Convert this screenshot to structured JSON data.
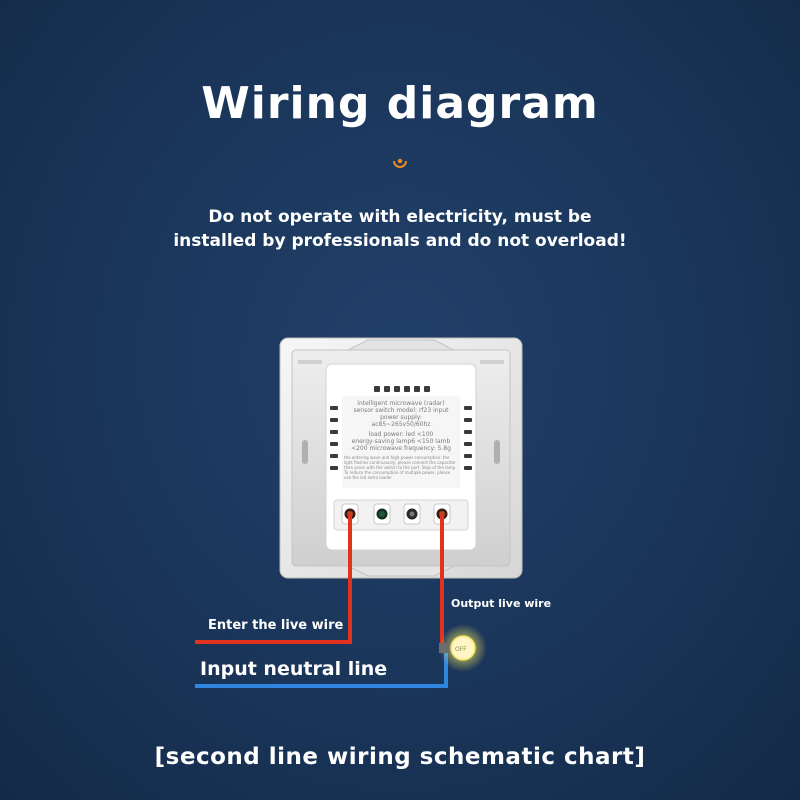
{
  "header": {
    "title": "Wiring diagram"
  },
  "warning": {
    "line1": "Do not operate with electricity, must be",
    "line2": "installed by professionals and do not overload!"
  },
  "module_label": {
    "line1": "intelligent microwave (radar)",
    "line2": "sensor switch model: rf23 input",
    "line3": "power supply:",
    "line4": "ac85~265v50/60hz",
    "line5": "load power: led <100",
    "line6": "energy-saving lamp6 <150 lamb",
    "line7": "<200 microwave frequency: 5.8g",
    "line8": "the ordering wave and high-power consumption: the light flashes continuously; please connect the capacitor then press with the switch to the port. Stop of the lamp. To reduce the consumption of multiple power, please use the led extra loader"
  },
  "wiring": {
    "live_in_label": "Enter the live wire",
    "live_out_label": "Output live wire",
    "neutral_label": "Input neutral line",
    "bulb_text": "OFF"
  },
  "footer": {
    "caption": "[second line wiring schematic chart]"
  },
  "colors": {
    "background": "#1a3559",
    "live_wire": "#e0321f",
    "neutral_wire": "#2f86e0",
    "accent": "#f08a1c"
  }
}
